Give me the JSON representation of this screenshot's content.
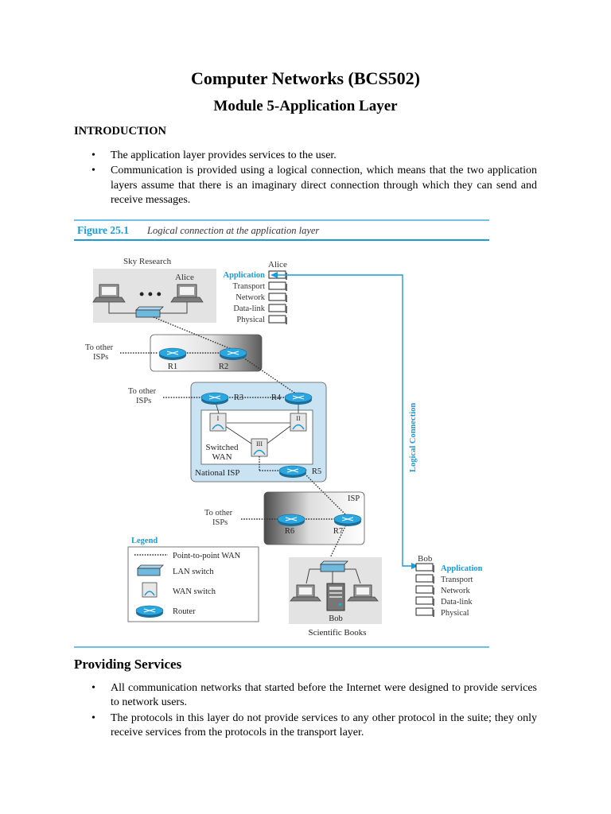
{
  "title": "Computer Networks (BCS502)",
  "subtitle": "Module 5-Application Layer",
  "intro": {
    "heading": "INTRODUCTION",
    "bullets": [
      "The application layer provides services to the user.",
      "Communication is provided using a logical connection, which means that the two application layers assume that there is an imaginary direct connection through which they can send and receive messages."
    ]
  },
  "figure": {
    "number": "Figure 25.1",
    "caption": "Logical connection at the application layer",
    "sky_research": "Sky Research",
    "alice_host_label": "Alice",
    "alice_stack_label": "Alice",
    "stack_layers": [
      "Application",
      "Transport",
      "Network",
      "Data-link",
      "Physical"
    ],
    "routers": {
      "r1": "R1",
      "r2": "R2",
      "r3": "R3",
      "r4": "R4",
      "r5": "R5",
      "r6": "R6",
      "r7": "R7"
    },
    "switch_ids": [
      "I",
      "II",
      "III"
    ],
    "to_other_isps": [
      "To other",
      "ISPs"
    ],
    "switched_wan": [
      "Switched",
      "WAN"
    ],
    "national_isp": "National ISP",
    "isp": "ISP",
    "logical_connection": "Logical Connection",
    "legend": {
      "title": "Legend",
      "items": [
        "Point-to-point WAN",
        "LAN switch",
        "WAN switch",
        "Router"
      ]
    },
    "bob_host_label": "Bob",
    "bob_stack_label": "Bob",
    "scientific_books": "Scientific Books",
    "colors": {
      "accent": "#1a9ad6",
      "panel_blue": "#c9e3f3",
      "router": "#2aa7e0"
    }
  },
  "services": {
    "heading": "Providing Services",
    "bullets": [
      "All communication networks that started before the Internet were designed to provide services to network users.",
      "The protocols in this layer do not provide services to any other protocol in the suite; they only receive services from the protocols in the transport layer."
    ]
  }
}
